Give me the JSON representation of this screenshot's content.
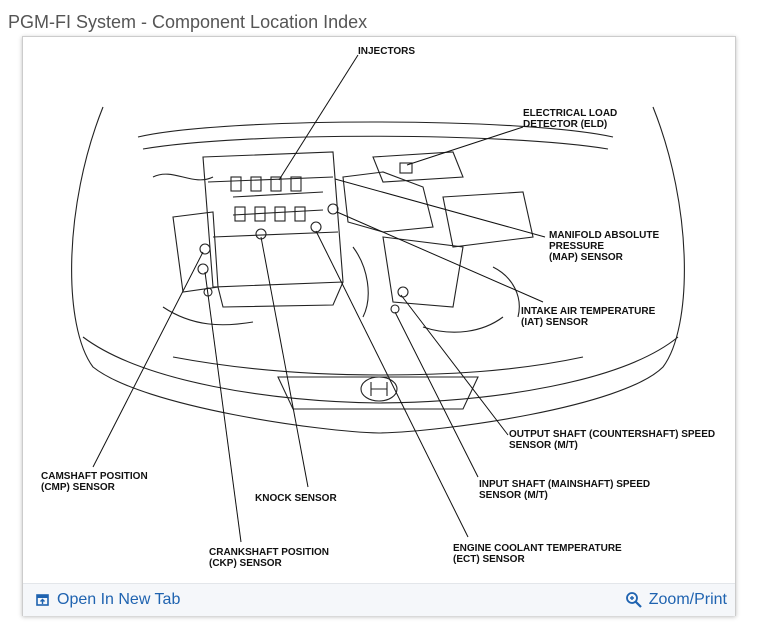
{
  "page": {
    "title": "PGM-FI System - Component Location Index"
  },
  "diagram": {
    "labels": {
      "injectors": "INJECTORS",
      "eld_1": "ELECTRICAL LOAD",
      "eld_2": "DETECTOR (ELD)",
      "map_1": "MANIFOLD ABSOLUTE",
      "map_2": "PRESSURE",
      "map_3": "(MAP) SENSOR",
      "iat_1": "INTAKE AIR TEMPERATURE",
      "iat_2": "(IAT) SENSOR",
      "output_1": "OUTPUT SHAFT (COUNTERSHAFT) SPEED",
      "output_2": "SENSOR (M/T)",
      "cmp_1": "CAMSHAFT POSITION",
      "cmp_2": "(CMP) SENSOR",
      "knock": "KNOCK SENSOR",
      "input_1": "INPUT SHAFT (MAINSHAFT) SPEED",
      "input_2": "SENSOR (M/T)",
      "ckp_1": "CRANKSHAFT POSITION",
      "ckp_2": "(CKP) SENSOR",
      "ect_1": "ENGINE COOLANT TEMPERATURE",
      "ect_2": "(ECT) SENSOR"
    }
  },
  "toolbar": {
    "open_tab_label": "Open In New Tab",
    "zoom_print_label": "Zoom/Print",
    "open_tab_icon": "open-new-tab-icon",
    "zoom_icon": "magnifier-icon"
  },
  "colors": {
    "link": "#1f63b0",
    "title": "#555555",
    "line": "#111111"
  }
}
